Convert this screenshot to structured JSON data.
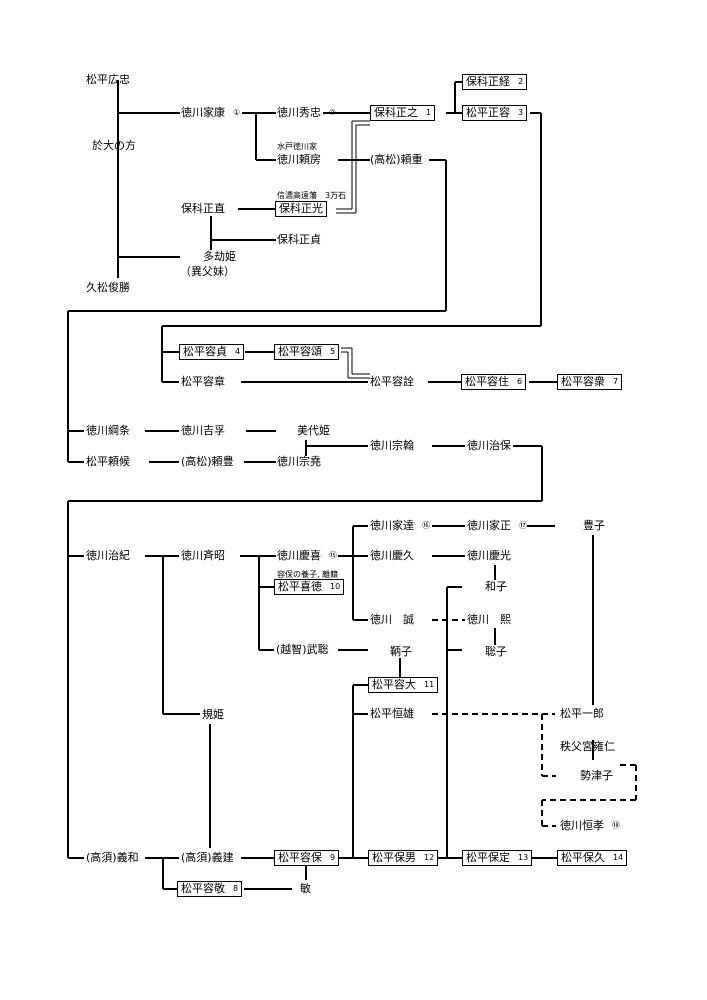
{
  "nodes": {
    "hirotada": {
      "name": "松平広忠"
    },
    "odai": {
      "name": "於大の方"
    },
    "toshikatsu": {
      "name": "久松俊勝"
    },
    "ieyasu": {
      "name": "徳川家康",
      "num": "①"
    },
    "hidetada": {
      "name": "徳川秀忠",
      "num": "②"
    },
    "yorifusa": {
      "name": "徳川頼房"
    },
    "masanao": {
      "name": "保科正直"
    },
    "takahime": {
      "name": "多劫姫"
    },
    "ifu": {
      "name": "（異父妹）"
    },
    "masamitsu": {
      "name": "保科正光"
    },
    "masasada": {
      "name": "保科正貞"
    },
    "masayuki": {
      "name": "保科正之",
      "num": "1"
    },
    "yorishige": {
      "name": "(高松)頼重"
    },
    "masatsune": {
      "name": "保科正経",
      "num": "2"
    },
    "masakata": {
      "name": "松平正容",
      "num": "3"
    },
    "katasada": {
      "name": "松平容貞",
      "num": "4"
    },
    "katanobu5": {
      "name": "松平容頌",
      "num": "5"
    },
    "kataaki": {
      "name": "松平容章"
    },
    "katanobu": {
      "name": "松平容詮"
    },
    "katasumi": {
      "name": "松平容住",
      "num": "6"
    },
    "katahiro": {
      "name": "松平容衆",
      "num": "7"
    },
    "tsunaeda": {
      "name": "徳川綱条"
    },
    "yoshizane": {
      "name": "徳川吉孚"
    },
    "miyohime": {
      "name": "美代姫"
    },
    "munemoto": {
      "name": "徳川宗翰"
    },
    "harumori": {
      "name": "徳川治保"
    },
    "yoritaka": {
      "name": "松平頼候"
    },
    "yoritoyo": {
      "name": "(高松)頼豊"
    },
    "munetaka": {
      "name": "徳川宗堯"
    },
    "harutoshi": {
      "name": "徳川治紀"
    },
    "nariaki": {
      "name": "徳川斉昭"
    },
    "yoshinobu": {
      "name": "徳川慶喜",
      "num": "⑮"
    },
    "yoshinori": {
      "name": "松平喜徳",
      "num": "10"
    },
    "takeakira": {
      "name": "(越智)武聡"
    },
    "iesato": {
      "name": "徳川家達",
      "num": "⑯"
    },
    "iemasa": {
      "name": "徳川家正",
      "num": "⑰"
    },
    "toyoko": {
      "name": "豊子"
    },
    "yoshihisa": {
      "name": "徳川慶久"
    },
    "yoshimitsu": {
      "name": "徳川慶光"
    },
    "kazuko": {
      "name": "和子"
    },
    "makoto": {
      "name": "徳川　誠"
    },
    "hiroshi": {
      "name": "徳川　熙"
    },
    "satoko": {
      "name": "聡子"
    },
    "yasuko": {
      "name": "鞆子"
    },
    "katahiro11": {
      "name": "松平容大",
      "num": "11"
    },
    "norihime": {
      "name": "規姫"
    },
    "tsuneo": {
      "name": "松平恒雄"
    },
    "ichiro": {
      "name": "松平一郎"
    },
    "chichibu": {
      "name": "秩父宮雍仁"
    },
    "setsuko": {
      "name": "勢津子"
    },
    "tsunenari": {
      "name": "徳川恒孝",
      "num": "⑱"
    },
    "yoshiwa": {
      "name": "(高須)義和"
    },
    "yoshitatsu": {
      "name": "(高須)義建"
    },
    "katamori": {
      "name": "松平容保",
      "num": "9"
    },
    "morio": {
      "name": "松平保男",
      "num": "12"
    },
    "morisada": {
      "name": "松平保定",
      "num": "13"
    },
    "morihisa": {
      "name": "松平保久",
      "num": "14"
    },
    "katataka": {
      "name": "松平容敬",
      "num": "8"
    },
    "bin": {
      "name": "敏"
    }
  },
  "notes": {
    "mito": "水戸徳川家",
    "takato": "信濃高遠藩　3万石",
    "yoshi": "容保の養子, 離籍"
  }
}
